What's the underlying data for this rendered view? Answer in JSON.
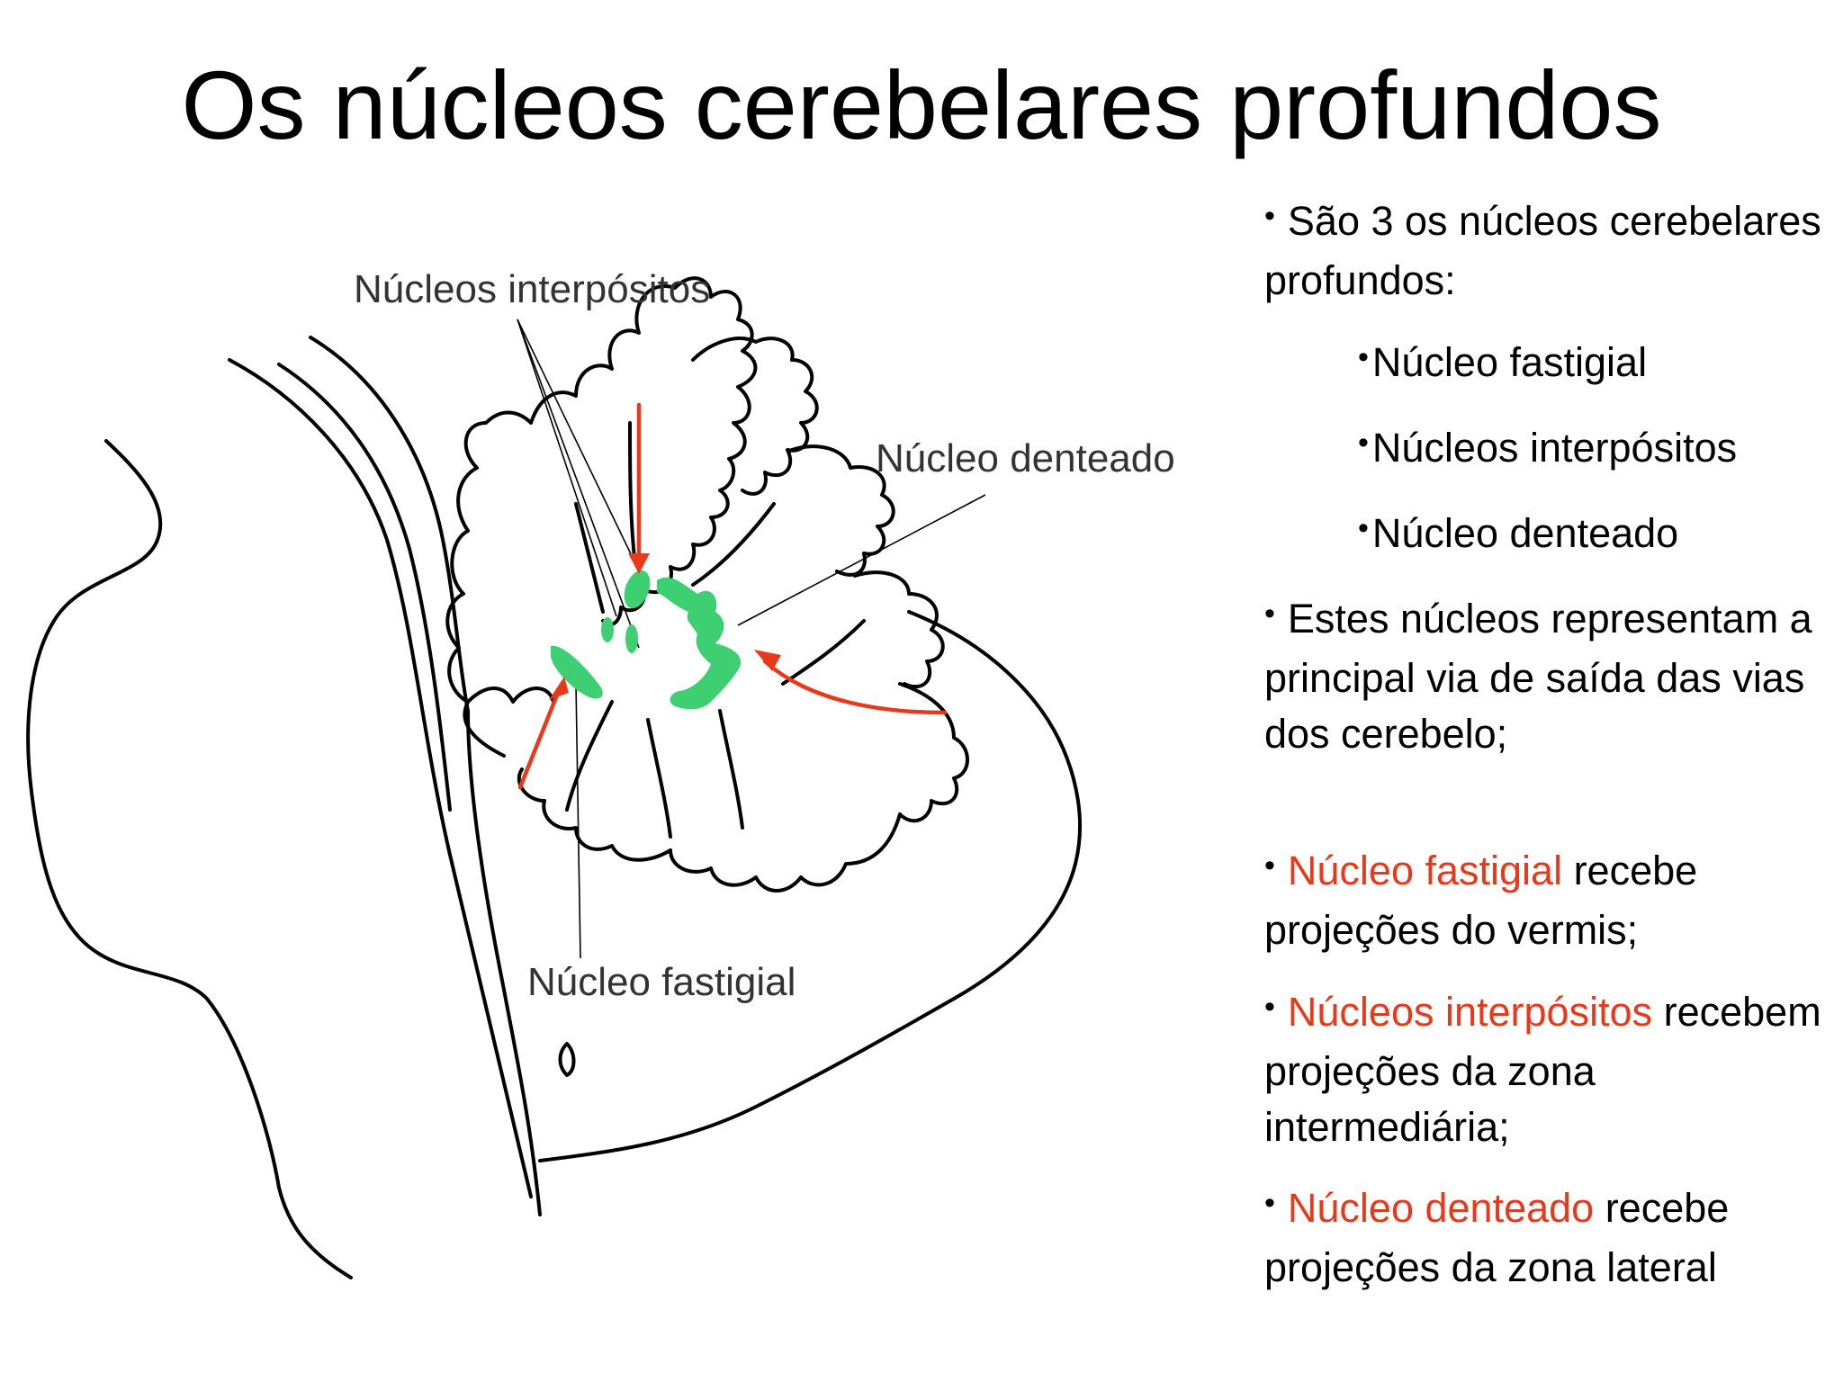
{
  "title": "Os núcleos cerebelares profundos",
  "diagram": {
    "label_interpositos": "Núcleos interpósitos",
    "label_denteado": "Núcleo denteado",
    "label_fastigial": "Núcleo fastigial"
  },
  "bullets": {
    "intro": "São 3 os núcleos cerebelares profundos:",
    "list": [
      "Núcleo fastigial",
      "Núcleos interpósitos",
      "Núcleo denteado"
    ],
    "saida": "Estes núcleos representam a principal via de saída das vias dos cerebelo;",
    "fastigial_hl": "Núcleo fastigial",
    "fastigial_rest": " recebe projeções do vermis;",
    "interpositos_hl": "Núcleos interpósitos",
    "interpositos_rest": " recebem projeções da zona intermediária;",
    "denteado_hl": "Núcleo denteado",
    "denteado_rest": " recebe projeções da zona lateral"
  },
  "colors": {
    "highlight": "#e8391a",
    "nuclei": "#3ecf73",
    "outline": "#000000"
  }
}
